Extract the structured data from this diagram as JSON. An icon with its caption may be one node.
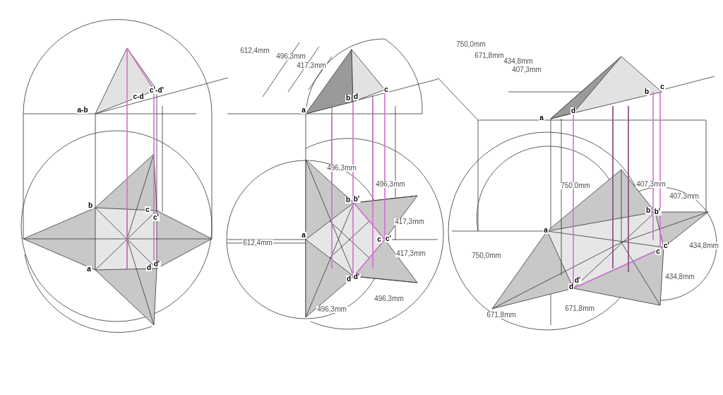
{
  "diagram": {
    "labels": [
      "a-b",
      "c-d",
      "c'-d'",
      "b",
      "c",
      "c'",
      "a",
      "d",
      "d'",
      "612,4mm",
      "496,3mm",
      "417,3mm",
      "b",
      "d",
      "c",
      "a",
      "496,3mm",
      "496,3mm",
      "b",
      "b'",
      "417,3mm",
      "a",
      "612,4mm",
      "c",
      "c'",
      "417,3mm",
      "d",
      "d'",
      "496,3mm",
      "496,3mm",
      "750,0mm",
      "671,8mm",
      "434,8mm",
      "407,3mm",
      "b",
      "c",
      "a",
      "d",
      "750,0mm",
      "407,3mm",
      "407,3mm",
      "b",
      "b'",
      "a",
      "750,0mm",
      "c'",
      "c",
      "434,8mm",
      "d'",
      "434,8mm",
      "d",
      "671,8mm",
      "671,8mm"
    ]
  }
}
